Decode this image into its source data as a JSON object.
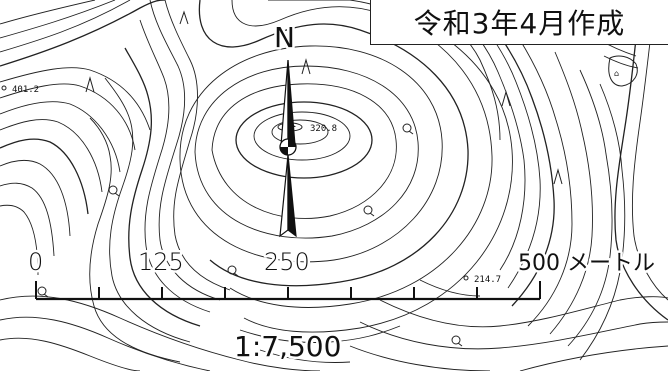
{
  "map": {
    "title": "令和3年4月作成",
    "north_label": "N",
    "scale_ratio": "1:7,500",
    "scale_bar": {
      "labels": [
        "0",
        "125",
        "250",
        "500 メートル"
      ]
    },
    "elevations": [
      "401.2",
      "320.8",
      "214.7"
    ],
    "colors": {
      "line": "#222222",
      "background": "#ffffff"
    },
    "icons": [
      "north-arrow-icon",
      "triangulation-point-icon",
      "sparse-tree-symbol-icon",
      "broadleaf-tree-symbol-icon"
    ]
  }
}
